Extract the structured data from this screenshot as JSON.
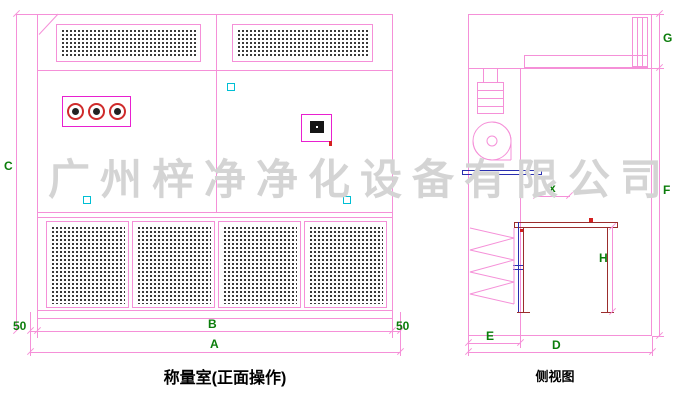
{
  "watermark": {
    "text": "广州梓净净化设备有限公司"
  },
  "front_view": {
    "title": "称量室(正面操作)",
    "dims": {
      "c": "C",
      "left_margin": "50",
      "b": "B",
      "right_margin": "50",
      "a": "A"
    }
  },
  "side_view": {
    "title": "侧视图",
    "dims": {
      "g": "G",
      "f": "F",
      "x": "x",
      "h": "H",
      "e": "E",
      "d": "D"
    }
  },
  "icons": {
    "fan": "centrifugal-fan",
    "filter": "zigzag-return-filter",
    "gauges": "pressure-gauge-dials",
    "grilles": "perforated-grille"
  },
  "colors": {
    "line_pink": "#f590d8",
    "accent_magenta": "#e820d0",
    "dimension_green": "#0b7d0b",
    "cyan": "#00bfd4",
    "blue": "#2a2fb0",
    "desk_red": "#9b2d2d",
    "indicator_red": "#d42020",
    "grille_dot": "#3a3a3a",
    "watermark_gray": "#d4d4d4",
    "background": "#ffffff"
  }
}
